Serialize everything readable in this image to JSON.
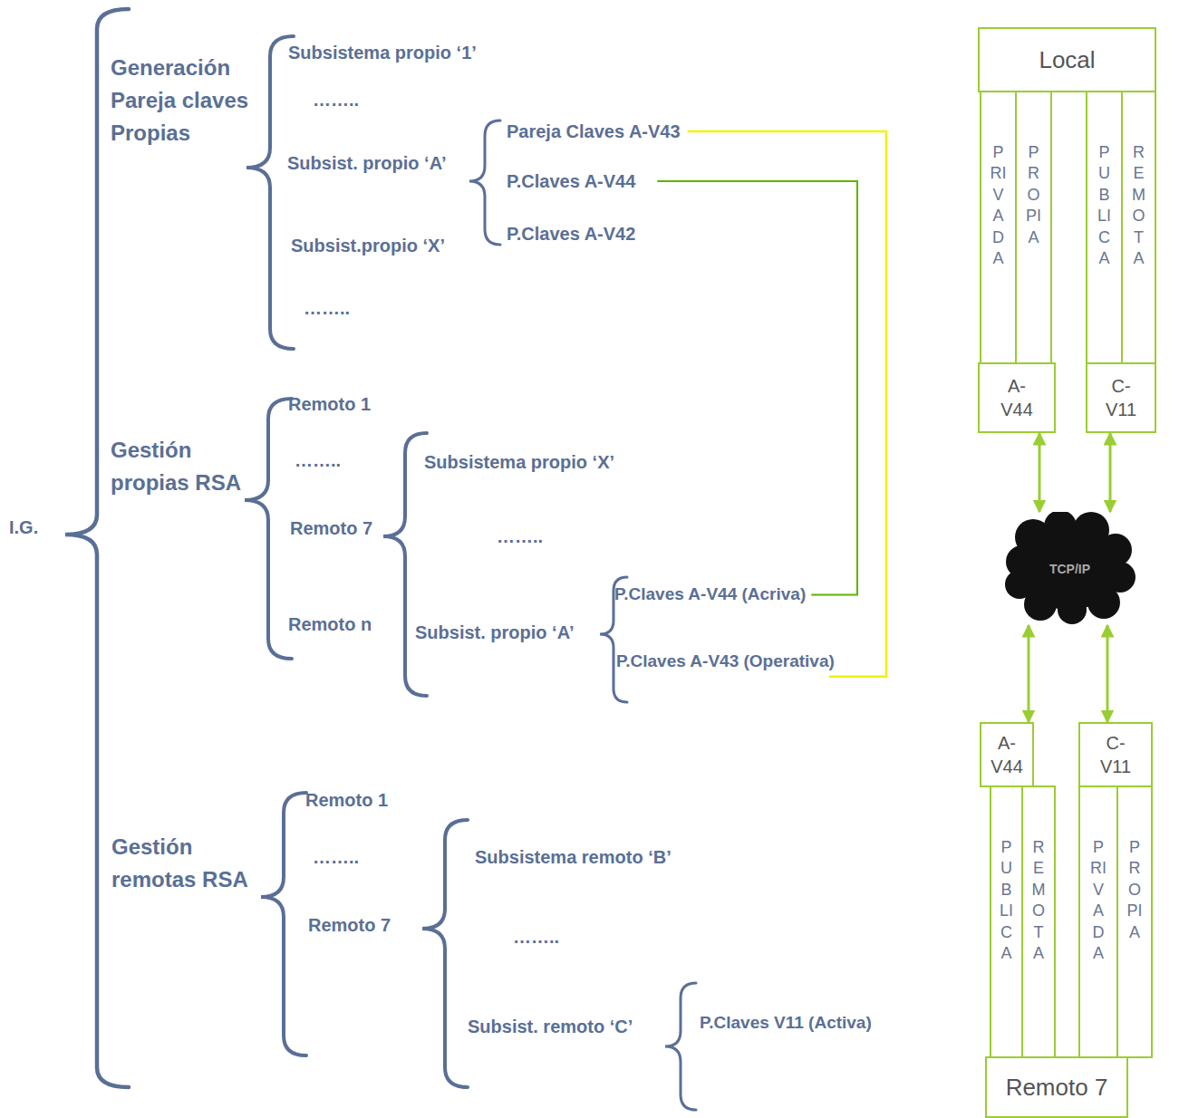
{
  "diagram": {
    "nodes": [
      {
        "text": [
          "Local"
        ]
      },
      {
        "text": [
          "PRIVADA"
        ]
      },
      {
        "text": [
          "PROPIA"
        ]
      },
      {
        "text": [
          "PUBLICA"
        ]
      },
      {
        "text": [
          "REMOTA"
        ]
      },
      {
        "text": [
          "A-V44"
        ]
      },
      {
        "text": [
          "C-V11"
        ]
      },
      {
        "text": [
          "TCP/IP"
        ]
      },
      {
        "text": [
          "A-V44"
        ]
      },
      {
        "text": [
          "C-V11"
        ]
      },
      {
        "text": [
          "PUBLICA"
        ]
      },
      {
        "text": [
          "REMOTA"
        ]
      },
      {
        "text": [
          "PRIVADA"
        ]
      },
      {
        "text": [
          "PROPIA"
        ]
      },
      {
        "text": [
          "Remoto 7"
        ]
      }
    ],
    "edges": [
      {
        "from": 5,
        "to": 7,
        "arrow": "both"
      },
      {
        "from": 6,
        "to": 7,
        "arrow": "both"
      },
      {
        "from": 7,
        "to": 8,
        "arrow": "both"
      },
      {
        "from": 7,
        "to": 9,
        "arrow": "both"
      }
    ],
    "labels": [
      "I.G.",
      "Generación Pareja claves Propias",
      "Subsistema propio ‘1’",
      "……..",
      "Subsist. propio ‘A’",
      "Subsist.propio ‘X’",
      "……..",
      "Pareja Claves A-V43",
      "P.Claves A-V44",
      "P.Claves A-V42",
      "Gestión propias RSA",
      "Remoto 1",
      "……..",
      "Remoto 7",
      "Remoto n",
      "Subsistema propio ‘X’",
      "……..",
      "Subsist. propio ‘A’",
      "P.Claves A-V44 (Acriva)",
      "P.Claves A-V43 (Operativa)",
      "Gestión remotas RSA",
      "Remoto 1",
      "……..",
      "Remoto 7",
      "Subsistema remoto ‘B’",
      "……..",
      "Subsist. remoto ‘C’",
      "P.Claves V11 (Activa)"
    ]
  }
}
